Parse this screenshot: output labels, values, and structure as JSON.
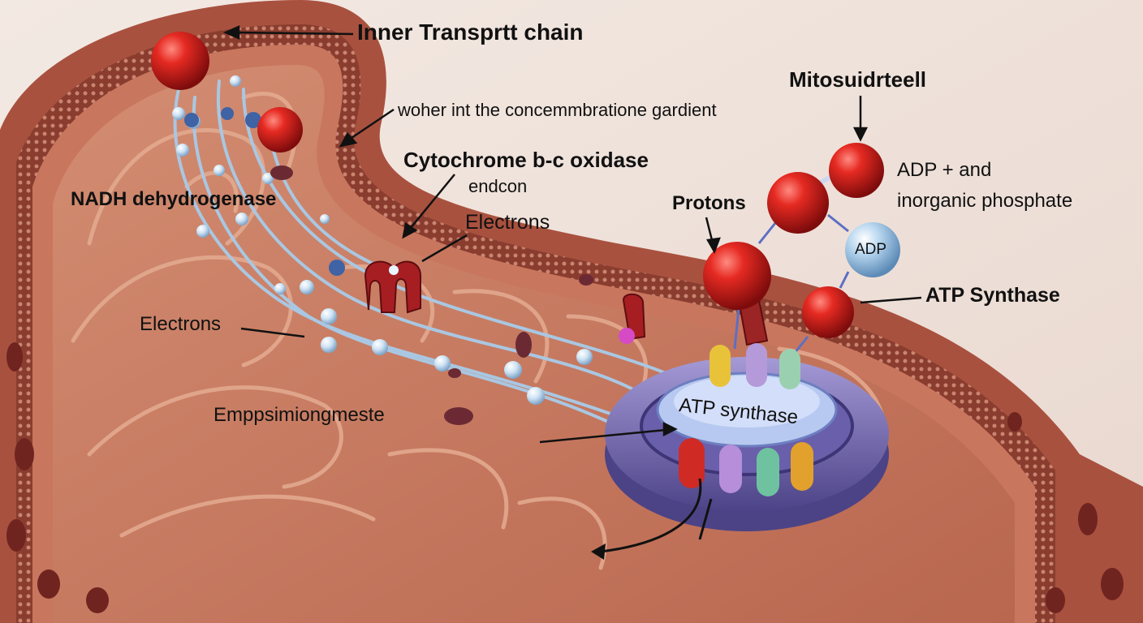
{
  "labels": {
    "inner_chain": "Inner Transprtt chain",
    "gradient_note": "woher int the concemmbratione gardient",
    "cytochrome": "Cytochrome b-c oxidase",
    "nadh": "NADH dehydrogenase",
    "endcon": "endcon",
    "electrons_upper": "Electrons",
    "electrons_lower": "Electrons",
    "emppsin": "Emppsimiongmeste",
    "protons": "Protons",
    "mito": "Mitosuidrteell",
    "adp_line1": "ADP + and",
    "adp_line2": "inorganic phosphate",
    "adp_ball": "ADP",
    "atp_synthase_right": "ATP Synthase",
    "atp_synthase_center": "ATP synthase"
  },
  "colors": {
    "background": "#efe3dc",
    "outer_membrane": "#b65f4c",
    "matrix": "#c87a62",
    "crista": "#d79a7f",
    "electron_path": "#9cc0de",
    "proton": "#cc1b1b",
    "synthase": "#6d63a8",
    "text": "#111111"
  }
}
